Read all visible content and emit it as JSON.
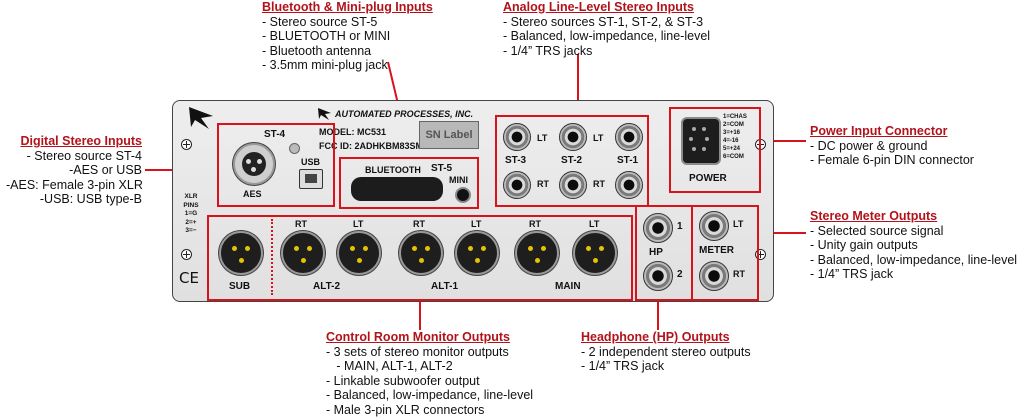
{
  "callouts": {
    "bluetooth": {
      "title": "Bluetooth & Mini-plug Inputs",
      "lines": [
        "- Stereo source ST-5",
        "- BLUETOOTH or MINI",
        "- Bluetooth antenna",
        "- 3.5mm mini-plug jack"
      ]
    },
    "analog": {
      "title": "Analog Line-Level Stereo Inputs",
      "lines": [
        "- Stereo sources ST-1, ST-2, & ST-3",
        "- Balanced, low-impedance, line-level",
        "- 1/4” TRS jacks"
      ]
    },
    "digital": {
      "title": "Digital Stereo Inputs",
      "lines": [
        "- Stereo source ST-4",
        "-AES or USB",
        "-AES: Female 3-pin XLR",
        "-USB: USB type-B"
      ]
    },
    "power": {
      "title": "Power Input Connector",
      "lines": [
        "- DC power & ground",
        "- Female 6-pin DIN connector"
      ]
    },
    "meter": {
      "title": "Stereo Meter Outputs",
      "lines": [
        "- Selected source signal",
        "- Unity gain outputs",
        "- Balanced, low-impedance, line-level",
        "- 1/4” TRS jack"
      ]
    },
    "monitor": {
      "title": "Control Room Monitor Outputs",
      "lines": [
        "- 3 sets of stereo monitor outputs",
        "   - MAIN, ALT-1, ALT-2",
        "- Linkable subwoofer output",
        "- Balanced, low-impedance, line-level",
        "- Male 3-pin XLR connectors"
      ]
    },
    "headphone": {
      "title": "Headphone (HP) Outputs",
      "lines": [
        "- 2 independent stereo outputs",
        "- 1/4” TRS jack"
      ]
    }
  },
  "panel": {
    "company": "AUTOMATED PROCESSES, INC.",
    "model": "MODEL: MC531",
    "fcc": "FCC ID: 2ADHKBM83SM1",
    "sn_label": "SN Label",
    "st4": "ST-4",
    "usb": "USB",
    "aes": "AES",
    "bluetooth": "BLUETOOTH",
    "st5": "ST-5",
    "mini": "MINI",
    "lt": "LT",
    "rt": "RT",
    "st3": "ST-3",
    "st2": "ST-2",
    "st1": "ST-1",
    "power": "POWER",
    "power_pins": [
      "1=CHAS",
      "2=COM",
      "3=+16",
      "4=-16",
      "5=+24",
      "6=COM"
    ],
    "xlr_pins": [
      "XLR",
      "PINS",
      "1=G",
      "2=+",
      "3=−"
    ],
    "ce": "CE",
    "sub": "SUB",
    "alt2": "ALT-2",
    "alt1": "ALT-1",
    "main": "MAIN",
    "hp": "HP",
    "hp1": "1",
    "hp2": "2",
    "meter": "METER"
  },
  "colors": {
    "accent_red": "#d9131b",
    "title_red": "#b3121a"
  }
}
